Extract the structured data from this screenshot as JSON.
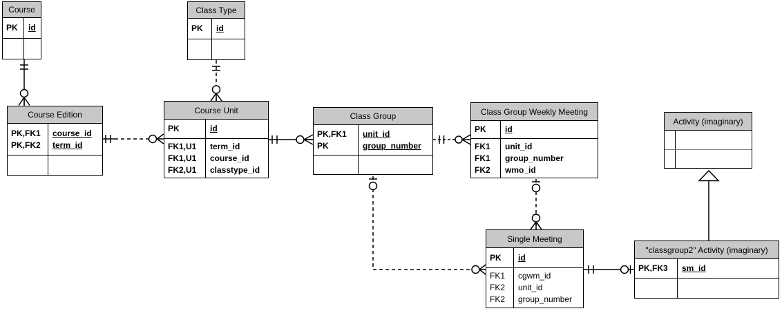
{
  "colors": {
    "table_header_fill": "#c8c8c8",
    "line": "#000000",
    "background": "#ffffff",
    "activity_divider_gray": "#7a7a7a"
  },
  "tables": {
    "course": {
      "title": "Course",
      "keys": [
        {
          "k": "PK",
          "v": "id"
        }
      ]
    },
    "class_type": {
      "title": "Class Type",
      "keys": [
        {
          "k": "PK",
          "v": "id"
        }
      ]
    },
    "course_edition": {
      "title": "Course Edition",
      "keys": [
        {
          "k": "PK,FK1",
          "v": "course_id"
        },
        {
          "k": "PK,FK2",
          "v": "term_id"
        }
      ]
    },
    "course_unit": {
      "title": "Course Unit",
      "keys": [
        {
          "k": "PK",
          "v": "id"
        }
      ],
      "attrs": [
        {
          "k": "FK1,U1",
          "v": "term_id"
        },
        {
          "k": "FK1,U1",
          "v": "course_id"
        },
        {
          "k": "FK2,U1",
          "v": "classtype_id"
        }
      ]
    },
    "class_group": {
      "title": "Class Group",
      "keys": [
        {
          "k": "PK,FK1",
          "v": "unit_id"
        },
        {
          "k": "PK",
          "v": "group_number"
        }
      ]
    },
    "class_group_weekly_meeting": {
      "title": "Class Group Weekly Meeting",
      "keys": [
        {
          "k": "PK",
          "v": "id"
        }
      ],
      "attrs": [
        {
          "k": "FK1",
          "v": "unit_id"
        },
        {
          "k": "FK1",
          "v": "group_number"
        },
        {
          "k": "FK2",
          "v": "wmo_id"
        }
      ]
    },
    "activity": {
      "title": "Activity (imaginary)"
    },
    "single_meeting": {
      "title": "Single Meeting",
      "keys": [
        {
          "k": "PK",
          "v": "id"
        }
      ],
      "attrs": [
        {
          "k": "FK1",
          "v": "cgwm_id"
        },
        {
          "k": "FK2",
          "v": "unit_id"
        },
        {
          "k": "FK2",
          "v": "group_number"
        }
      ]
    },
    "classgroup2_activity": {
      "title": "\"classgroup2\" Activity (imaginary)",
      "keys": [
        {
          "k": "PK,FK3",
          "v": "sm_id"
        }
      ]
    }
  },
  "relationships": [
    {
      "from": "Course",
      "to": "Course Edition",
      "from_cardinality": "one and only one",
      "to_cardinality": "zero or many",
      "line": "solid"
    },
    {
      "from": "Class Type",
      "to": "Course Unit",
      "from_cardinality": "one and only one",
      "to_cardinality": "zero or many",
      "line": "dashed"
    },
    {
      "from": "Course Edition",
      "to": "Course Unit",
      "from_cardinality": "one and only one",
      "to_cardinality": "zero or many",
      "line": "dashed"
    },
    {
      "from": "Course Unit",
      "to": "Class Group",
      "from_cardinality": "one and only one",
      "to_cardinality": "zero or many",
      "line": "solid"
    },
    {
      "from": "Class Group",
      "to": "Class Group Weekly Meeting",
      "from_cardinality": "one and only one",
      "to_cardinality": "zero or many",
      "line": "dashed"
    },
    {
      "from": "Class Group",
      "to": "Single Meeting",
      "from_cardinality": "zero or one",
      "to_cardinality": "zero or many",
      "line": "dashed"
    },
    {
      "from": "Class Group Weekly Meeting",
      "to": "Single Meeting",
      "from_cardinality": "zero or one",
      "to_cardinality": "zero or many",
      "line": "dashed"
    },
    {
      "from": "Single Meeting",
      "to": "\"classgroup2\" Activity (imaginary)",
      "from_cardinality": "one and only one",
      "to_cardinality": "zero or one",
      "line": "solid"
    },
    {
      "from": "\"classgroup2\" Activity (imaginary)",
      "to": "Activity (imaginary)",
      "type": "inheritance",
      "line": "solid"
    }
  ]
}
